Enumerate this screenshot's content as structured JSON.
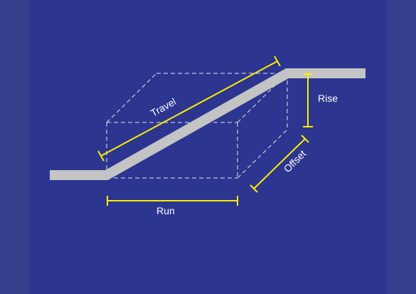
{
  "diagram": {
    "labels": {
      "travel": "Travel",
      "rise": "Rise",
      "offset": "Offset",
      "run": "Run"
    },
    "colors": {
      "background": "#2c3590",
      "side_panels": "#343f8b",
      "pipe": "#c4c4c4",
      "dimension": "#ffee00",
      "dashed": "#e6e6e6",
      "text": "#ffffff"
    }
  }
}
